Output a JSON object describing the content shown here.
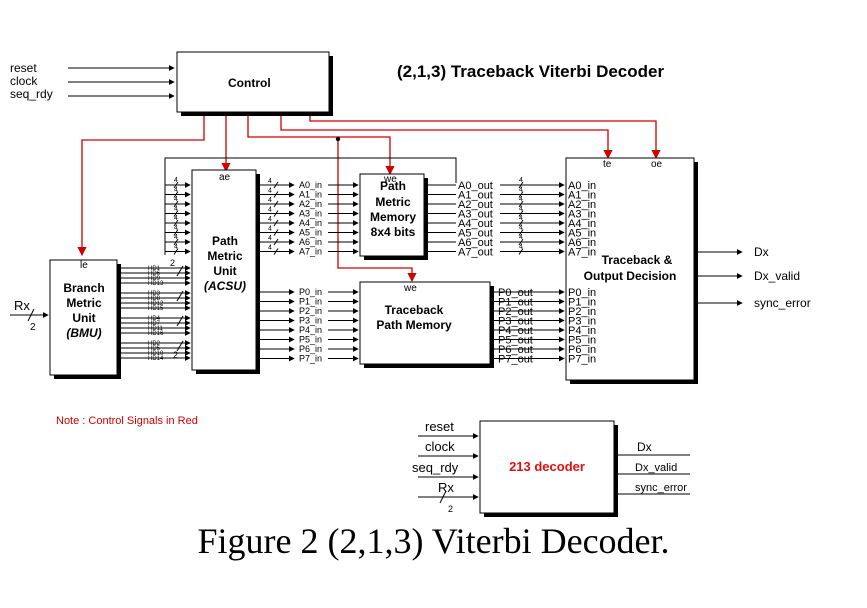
{
  "title": "(2,1,3) Traceback Viterbi Decoder",
  "caption": "Figure 2 (2,1,3) Viterbi Decoder.",
  "note": "Note : Control Signals in Red",
  "colors": {
    "control": "#d00000",
    "line": "#000000",
    "decoder_label": "#e01010"
  },
  "inputs": {
    "reset": "reset",
    "clock": "clock",
    "seq_rdy": "seq_rdy"
  },
  "control": {
    "label": "Control"
  },
  "rx": {
    "label": "Rx",
    "width": "2"
  },
  "bmu": {
    "enable": "le",
    "line1": "Branch",
    "line2": "Metric",
    "line3": "Unit",
    "line4": "(BMU)",
    "hd_labels": [
      "HD1",
      "HD6",
      "HD9",
      "HD13",
      "HD3",
      "HD8",
      "HD12",
      "HD15",
      "HD4",
      "HD7",
      "HD11",
      "HD16",
      "HD2",
      "HD5",
      "HD10",
      "HD14"
    ]
  },
  "acsu": {
    "enable": "ae",
    "line1": "Path",
    "line2": "Metric",
    "line3": "Unit",
    "line4": "(ACSU)",
    "a_in": [
      "A0_in",
      "A1_in",
      "A2_in",
      "A3_in",
      "A4_in",
      "A5_in",
      "A6_in",
      "A7_in"
    ],
    "p_in": [
      "P0_in",
      "P1_in",
      "P2_in",
      "P3_in",
      "P4_in",
      "P5_in",
      "P6_in",
      "P7_in"
    ]
  },
  "pmm": {
    "enable": "we",
    "line1": "Path",
    "line2": "Metric",
    "line3": "Memory",
    "line4": "8x4 bits",
    "a_out": [
      "A0_out",
      "A1_out",
      "A2_out",
      "A3_out",
      "A4_out",
      "A5_out",
      "A6_out",
      "A7_out"
    ]
  },
  "tpm": {
    "enable": "we",
    "line1": "Traceback",
    "line2": "Path Memory",
    "p_out": [
      "P0_out",
      "P1_out",
      "P2_out",
      "P3_out",
      "P4_out",
      "P5_out",
      "P6_out",
      "P7_out"
    ]
  },
  "tod": {
    "enable_te": "te",
    "enable_oe": "oe",
    "line1": "Traceback &",
    "line2": "Output Decision",
    "a_in": [
      "A0_in",
      "A1_in",
      "A2_in",
      "A3_in",
      "A4_in",
      "A5_in",
      "A6_in",
      "A7_in"
    ],
    "p_in": [
      "P0_in",
      "P1_in",
      "P2_in",
      "P3_in",
      "P4_in",
      "P5_in",
      "P6_in",
      "P7_in"
    ]
  },
  "outputs": {
    "dx": "Dx",
    "dx_valid": "Dx_valid",
    "sync_error": "sync_error"
  },
  "bus_width_4": "4",
  "bus_width_2": "2",
  "decoder_block": {
    "label": "213 decoder",
    "inputs": [
      "reset",
      "clock",
      "seq_rdy",
      "Rx"
    ],
    "rx_width": "2",
    "outputs": [
      "Dx",
      "Dx_valid",
      "sync_error"
    ]
  }
}
